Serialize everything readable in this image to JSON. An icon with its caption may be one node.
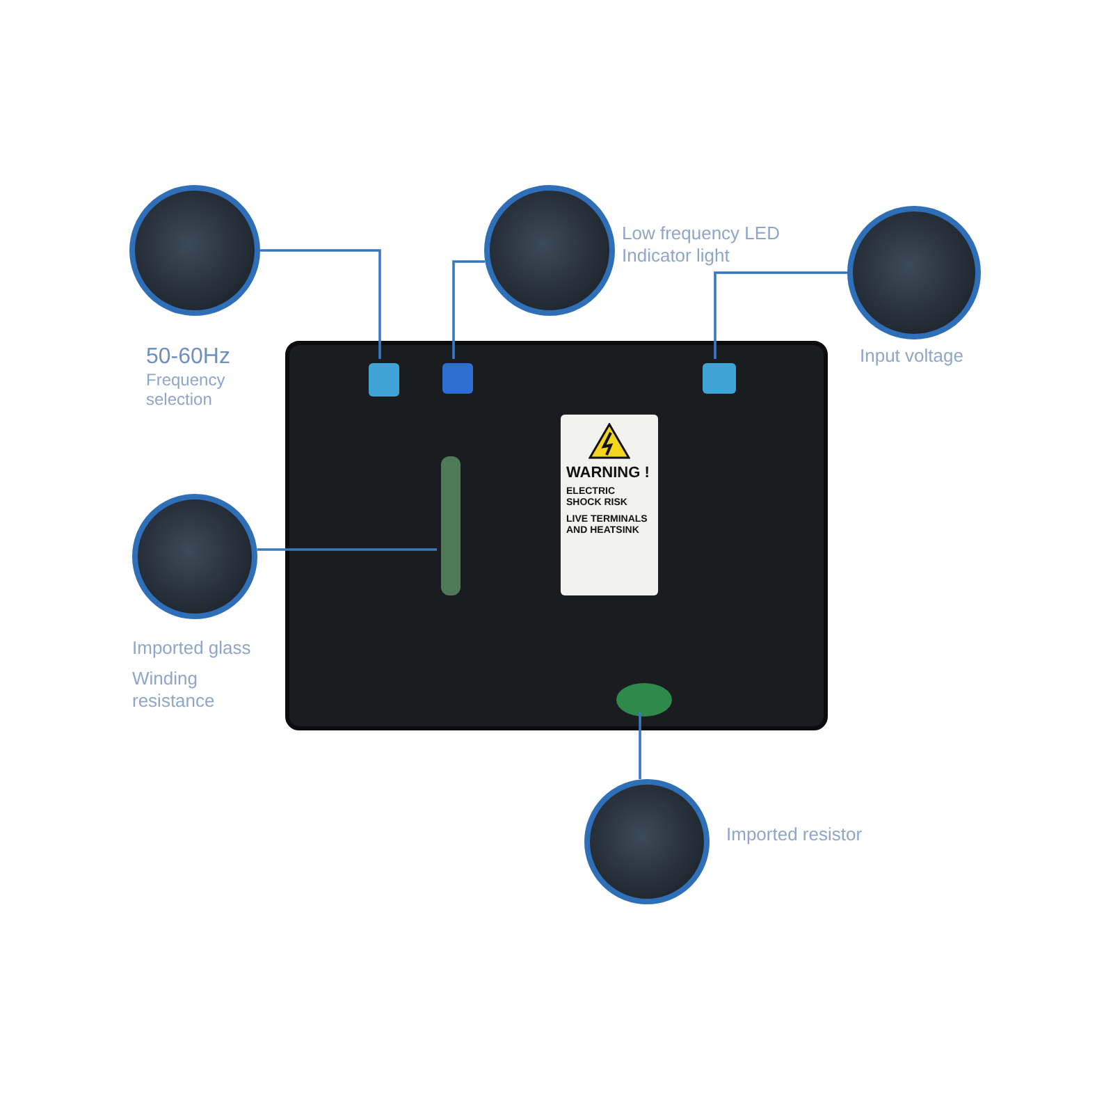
{
  "diagram": {
    "nodes": [
      {
        "text": [],
        "shape": "picture"
      },
      {
        "text": [],
        "shape": "picture",
        "beside": [
          "50-60Hz",
          "Frequency selection"
        ]
      },
      {
        "text": [],
        "shape": "picture",
        "beside": [
          "Low frequency LED Indicator light"
        ]
      },
      {
        "text": [],
        "shape": "picture",
        "beside": [
          "Input voltage"
        ]
      },
      {
        "text": [],
        "shape": "picture",
        "beside": [
          "Imported glass",
          "Winding resistance"
        ]
      },
      {
        "text": [],
        "shape": "picture",
        "beside": [
          "Imported resistor"
        ]
      },
      {
        "text": [],
        "shape": "box",
        "in": 0
      },
      {
        "text": [],
        "shape": "box",
        "in": 0
      },
      {
        "text": [],
        "shape": "box",
        "in": 0
      },
      {
        "text": [],
        "shape": "bar",
        "in": 0
      },
      {
        "text": [],
        "shape": "circle",
        "in": 0
      }
    ],
    "edges": [
      {
        "from": 1,
        "to": 6,
        "arrow": "none"
      },
      {
        "from": 2,
        "to": 7,
        "arrow": "none"
      },
      {
        "from": 3,
        "to": 8,
        "arrow": "none"
      },
      {
        "from": 4,
        "to": 9,
        "arrow": "none"
      },
      {
        "from": 5,
        "to": 10,
        "arrow": "none"
      }
    ],
    "labels": [
      "WARNING !",
      "ELECTRIC SHOCK RISK",
      "LIVE TERMINALS AND HEATSINK"
    ]
  }
}
